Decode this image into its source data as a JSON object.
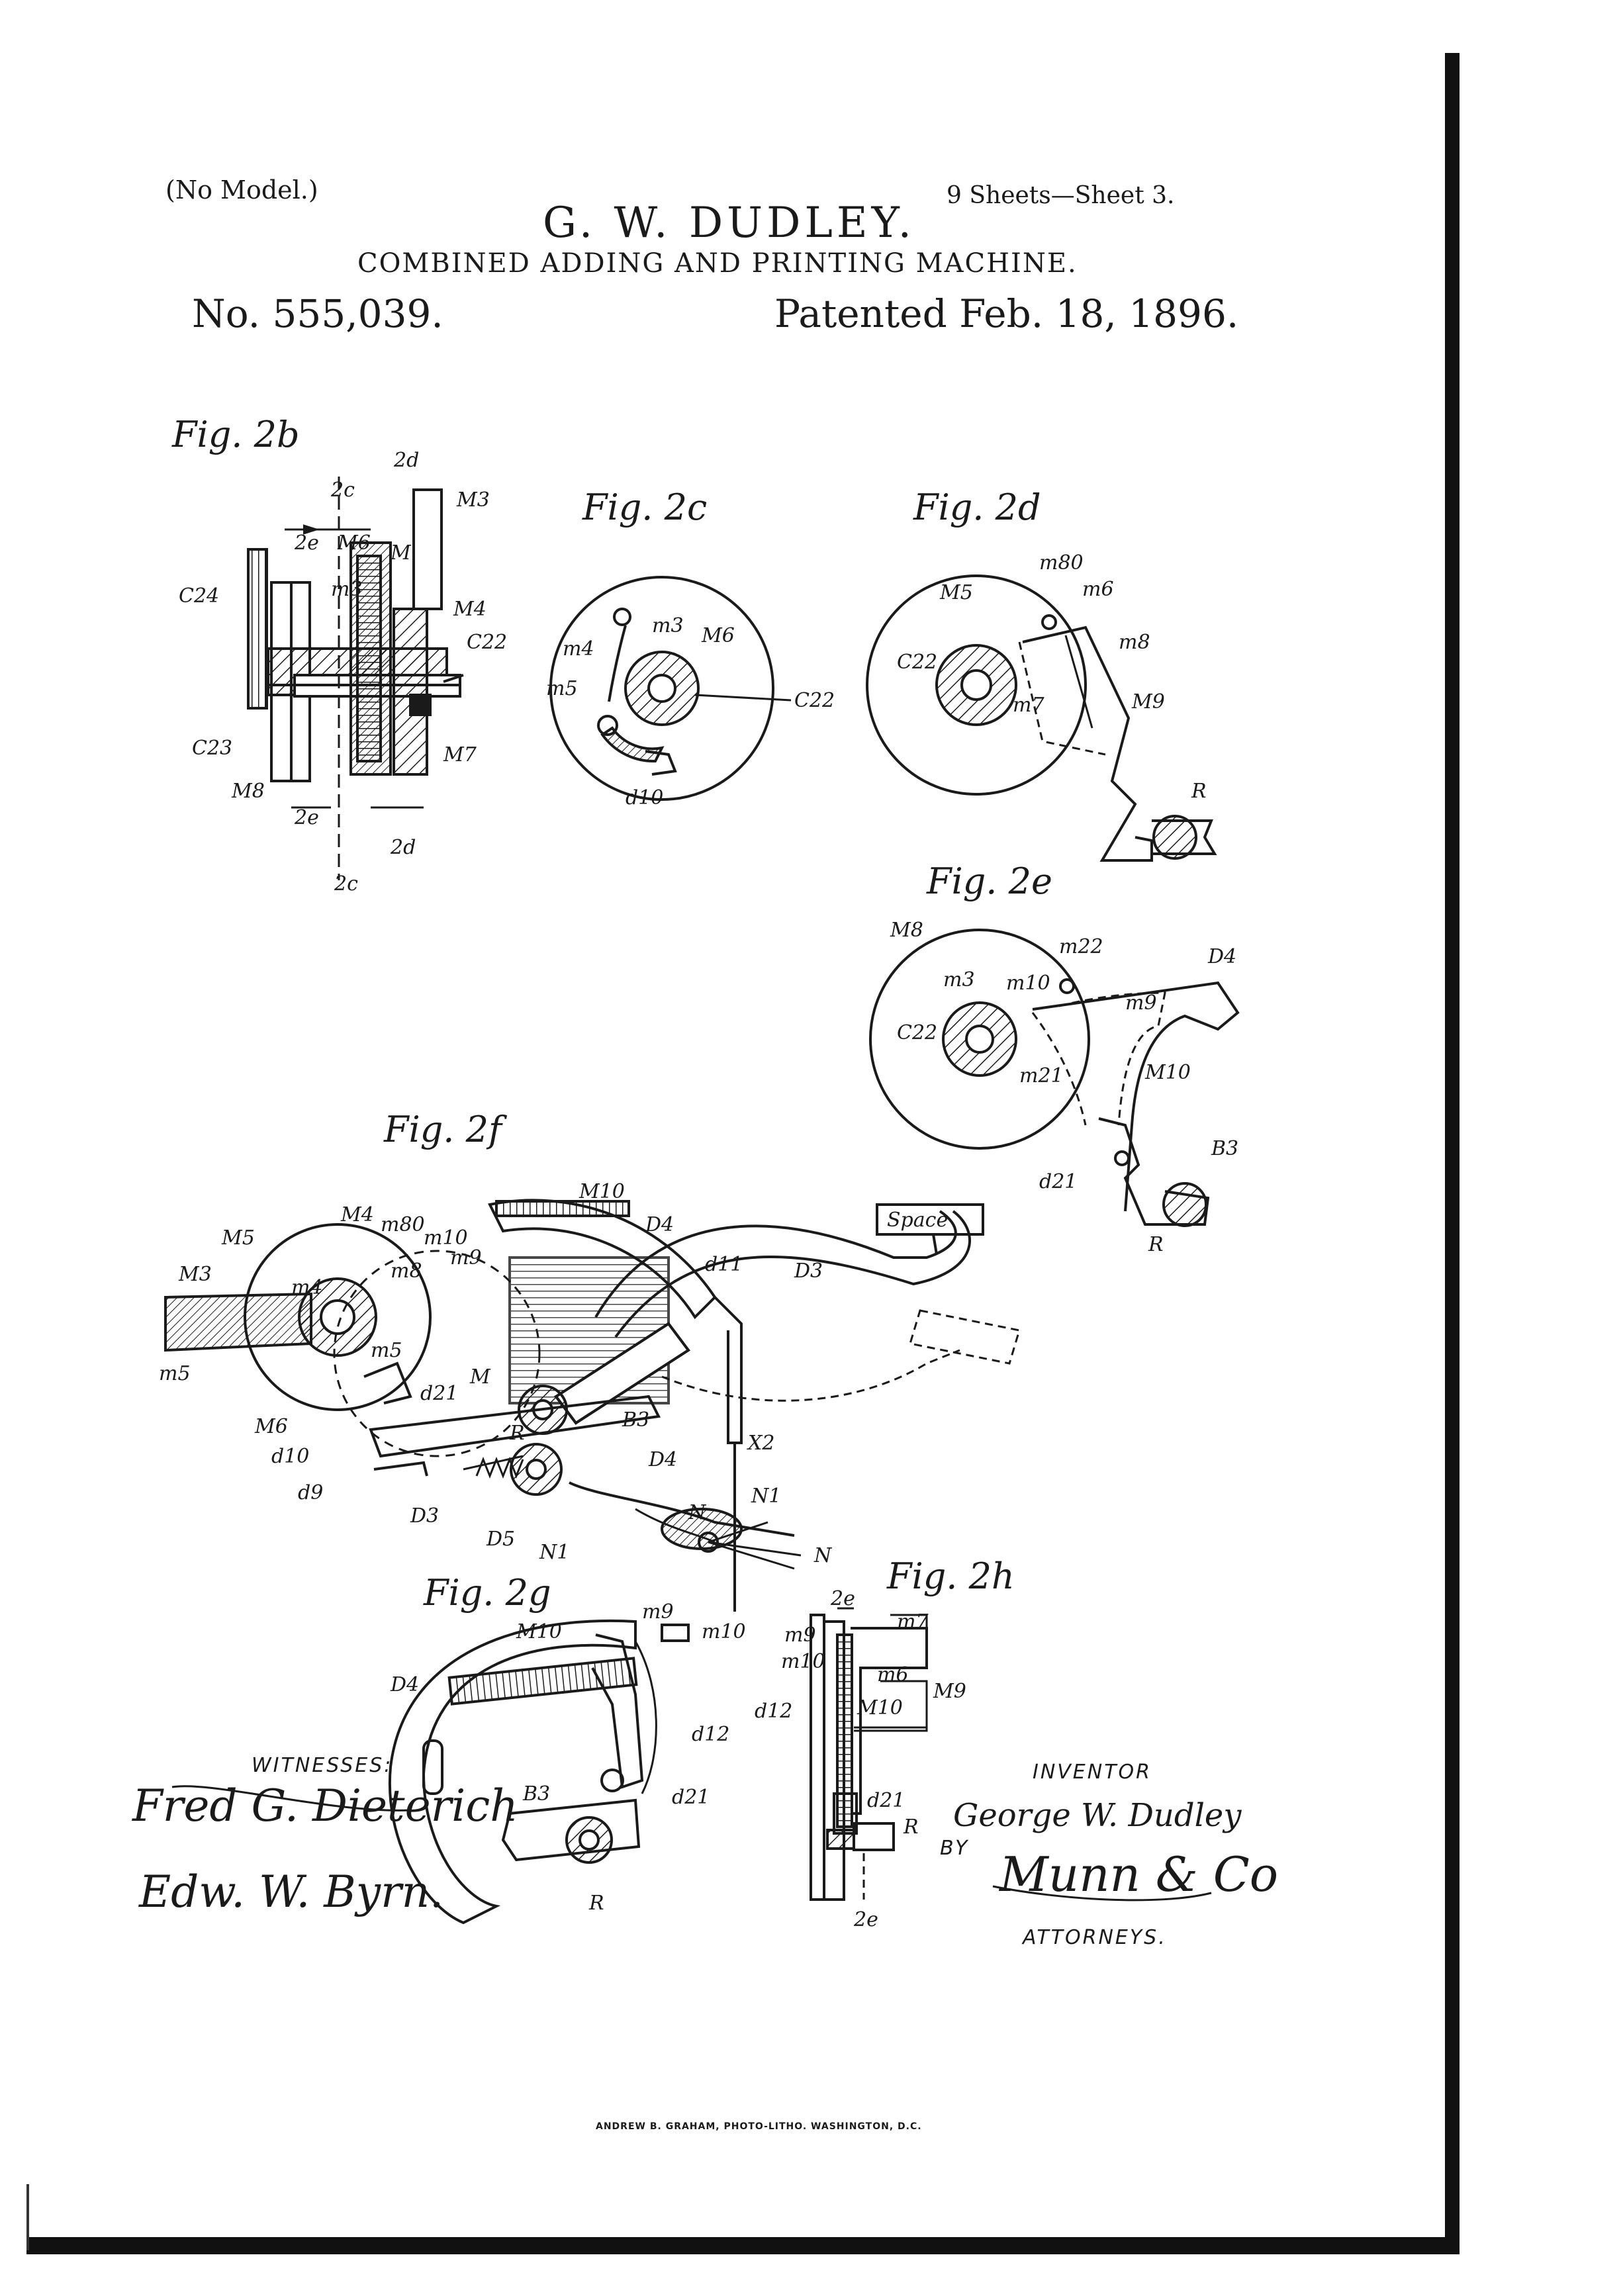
{
  "header": {
    "no_model": "(No Model.)",
    "sheet_info": "9 Sheets—Sheet 3.",
    "inventor": "G. W. DUDLEY.",
    "title": "COMBINED ADDING AND PRINTING MACHINE.",
    "patent_number": "No. 555,039.",
    "patent_date": "Patented Feb. 18, 1896."
  },
  "figures": [
    {
      "id": "2b",
      "label": "Fig. 2b"
    },
    {
      "id": "2c",
      "label": "Fig. 2c"
    },
    {
      "id": "2d",
      "label": "Fig. 2d"
    },
    {
      "id": "2e",
      "label": "Fig. 2e"
    },
    {
      "id": "2f",
      "label": "Fig. 2f"
    },
    {
      "id": "2g",
      "label": "Fig. 2g"
    },
    {
      "id": "2h",
      "label": "Fig. 2h"
    }
  ],
  "fig2b_labels": [
    "2c",
    "2d",
    "M3",
    "2e",
    "M6",
    "M",
    "m3",
    "C24",
    "M4",
    "C22",
    "C23",
    "M8",
    "M7",
    "2e",
    "2d",
    "2c"
  ],
  "fig2c_labels": [
    "m4",
    "m3",
    "M6",
    "m5",
    "C22",
    "d10"
  ],
  "fig2d_labels": [
    "m80",
    "M5",
    "m6",
    "m8",
    "C22",
    "m7",
    "M9",
    "R"
  ],
  "fig2e_labels": [
    "M8",
    "m22",
    "D4",
    "m3",
    "m10",
    "m9",
    "C22",
    "m21",
    "M10",
    "B3",
    "d21",
    "R"
  ],
  "fig2f_labels": [
    "M5",
    "M4",
    "m80",
    "M10",
    "D4",
    "m10",
    "m9",
    "m8",
    "d11",
    "D3",
    "Space",
    "M3",
    "m4",
    "m5",
    "m5",
    "d21",
    "M",
    "B3",
    "R",
    "D4",
    "X2",
    "M6",
    "d10",
    "d9",
    "D3",
    "D5",
    "N1",
    "N",
    "N1",
    "N"
  ],
  "fig2g_labels": [
    "m9",
    "M10",
    "m10",
    "D4",
    "d12",
    "B3",
    "d21",
    "R"
  ],
  "fig2h_labels": [
    "2e",
    "m9",
    "m7",
    "m10",
    "m6",
    "M9",
    "d12",
    "M10",
    "d21",
    "R",
    "2e"
  ],
  "signatures": {
    "witnesses_label": "WITNESSES:",
    "witness_1": "Fred G. Dieterich",
    "witness_2": "Edw. W. Byrn.",
    "inventor_label": "INVENTOR",
    "inventor_signature": "George W. Dudley",
    "by_label": "BY",
    "attorney_signature": "Munn & Co",
    "attorneys_label": "ATTORNEYS."
  },
  "printer_credit": "ANDREW B. GRAHAM, PHOTO-LITHO. WASHINGTON, D.C."
}
